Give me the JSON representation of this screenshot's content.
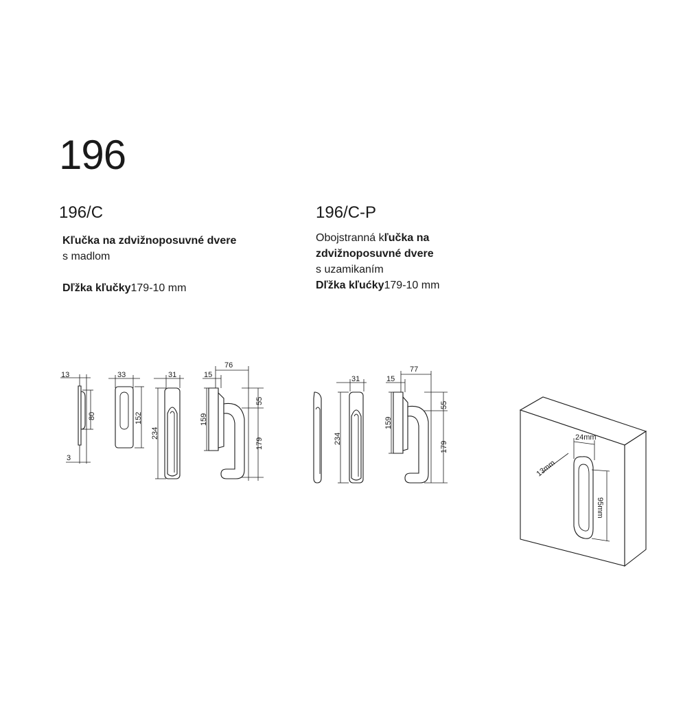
{
  "page": {
    "title": "196"
  },
  "left": {
    "code": "196/C",
    "line1_bold": "Kľučka na zdvižnoposuvné dvere",
    "line2": "s madlom",
    "length_label": "Dľžka kľučky",
    "length_value": "179-10 mm"
  },
  "right": {
    "code": "196/C-P",
    "line1_normal": "Obojstranná k",
    "line1_bold": "ľučka na",
    "line2_bold": "zdvižnoposuvné dvere",
    "line3": "s uzamikaním",
    "length_label": "Dľžka kľućky",
    "length_value": "179-10 mm"
  },
  "dimensions": {
    "left": {
      "d13": "13",
      "d80": "80",
      "d3": "3",
      "d33": "33",
      "d152": "152",
      "d31": "31",
      "d234": "234",
      "d15": "15",
      "d76": "76",
      "d55": "55",
      "d159": "159",
      "d179": "179"
    },
    "right": {
      "d31": "31",
      "d234": "234",
      "d15": "15",
      "d77": "77",
      "d55": "55",
      "d159": "159",
      "d179": "179"
    },
    "iso": {
      "d24": "24mm",
      "d13": "13mm",
      "d95": "95mm"
    }
  }
}
